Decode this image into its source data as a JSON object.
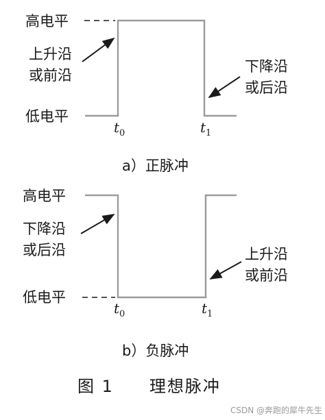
{
  "positive": {
    "high_label": "高电平",
    "low_label": "低电平",
    "edge_left_line1": "上升沿",
    "edge_left_line2": "或前沿",
    "edge_right_line1": "下降沿",
    "edge_right_line2": "或后沿",
    "t0_main": "t",
    "t0_sub": "0",
    "t1_main": "t",
    "t1_sub": "1",
    "caption": "a）正脉冲"
  },
  "negative": {
    "high_label": "高电平",
    "low_label": "低电平",
    "edge_left_line1": "下降沿",
    "edge_left_line2": "或后沿",
    "edge_right_line1": "上升沿",
    "edge_right_line2": "或前沿",
    "t0_main": "t",
    "t0_sub": "0",
    "t1_main": "t",
    "t1_sub": "1",
    "caption": "b）负脉冲"
  },
  "figure_title": "图 1　　理想脉冲",
  "watermark": "CSDN @奔跑的犀牛先生",
  "colors": {
    "waveform": "#9b9b9b",
    "text": "#1a1a1a"
  }
}
